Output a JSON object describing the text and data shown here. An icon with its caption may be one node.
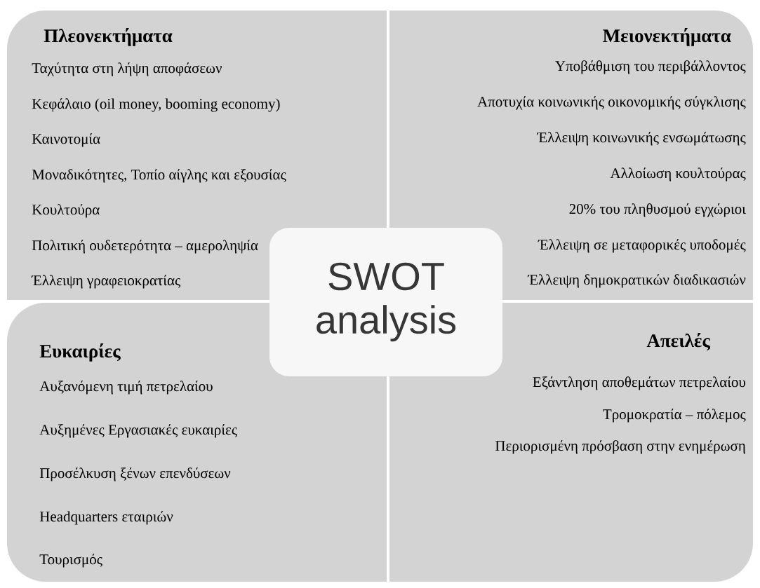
{
  "diagram": {
    "nodes": [
      {
        "text": [
          "Πλεονεκτήματα",
          "Ταχύτητα στη λήψη αποφάσεων",
          "Κεφάλαιο (oil money, booming economy)",
          "Καινοτομία",
          "Μοναδικότητες, Τοπίο αίγλης και εξουσίας",
          "Κουλτούρα",
          "Πολιτική ουδετερότητα – αμεροληψία",
          "Έλλειψη γραφειοκρατίας"
        ]
      },
      {
        "text": [
          "Μειονεκτήματα",
          "Υποβάθμιση του περιβάλλοντος",
          "Αποτυχία κοινωνικής οικονομικής σύγκλισης",
          "Έλλειψη κοινωνικής ενσωμάτωσης",
          "Αλλοίωση κουλτούρας",
          "20% του πληθυσμού εγχώριοι",
          "Έλλειψη σε μεταφορικές υποδομές",
          "Έλλειψη δημοκρατικών διαδικασιών"
        ]
      },
      {
        "text": [
          "Ευκαιρίες",
          "Αυξανόμενη τιμή πετρελαίου",
          "Αυξημένες Εργασιακές ευκαιρίες",
          "Προσέλκυση ξένων επενδύσεων",
          "Headquarters εταιριών",
          "Τουρισμός"
        ]
      },
      {
        "text": [
          "Απειλές",
          "Εξάντληση αποθεμάτων πετρελαίου",
          "Τρομοκρατία – πόλεμος",
          "Περιορισμένη πρόσβαση στην ενημέρωση"
        ]
      },
      {
        "text": [
          "SWOT analysis"
        ]
      }
    ]
  }
}
